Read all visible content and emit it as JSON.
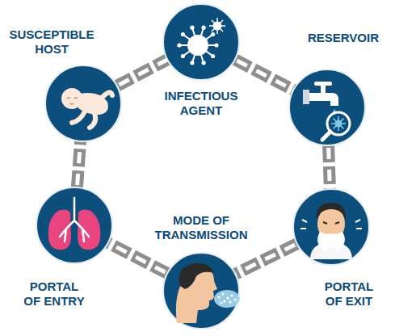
{
  "diagram": {
    "nodes": [
      {
        "text": [
          "INFECTIOUS AGENT"
        ]
      },
      {
        "text": [
          "RESERVOIR"
        ]
      },
      {
        "text": [
          "PORTAL OF EXIT"
        ]
      },
      {
        "text": [
          "MODE OF TRANSMISSION"
        ]
      },
      {
        "text": [
          "PORTAL OF ENTRY"
        ]
      },
      {
        "text": [
          "SUSCEPTIBLE HOST"
        ]
      }
    ],
    "edges": [
      {
        "from": 0,
        "to": 1,
        "arrow": "none"
      },
      {
        "from": 1,
        "to": 2,
        "arrow": "none"
      },
      {
        "from": 2,
        "to": 3,
        "arrow": "none"
      },
      {
        "from": 3,
        "to": 4,
        "arrow": "none"
      },
      {
        "from": 4,
        "to": 5,
        "arrow": "none"
      },
      {
        "from": 5,
        "to": 0,
        "arrow": "none"
      }
    ]
  }
}
